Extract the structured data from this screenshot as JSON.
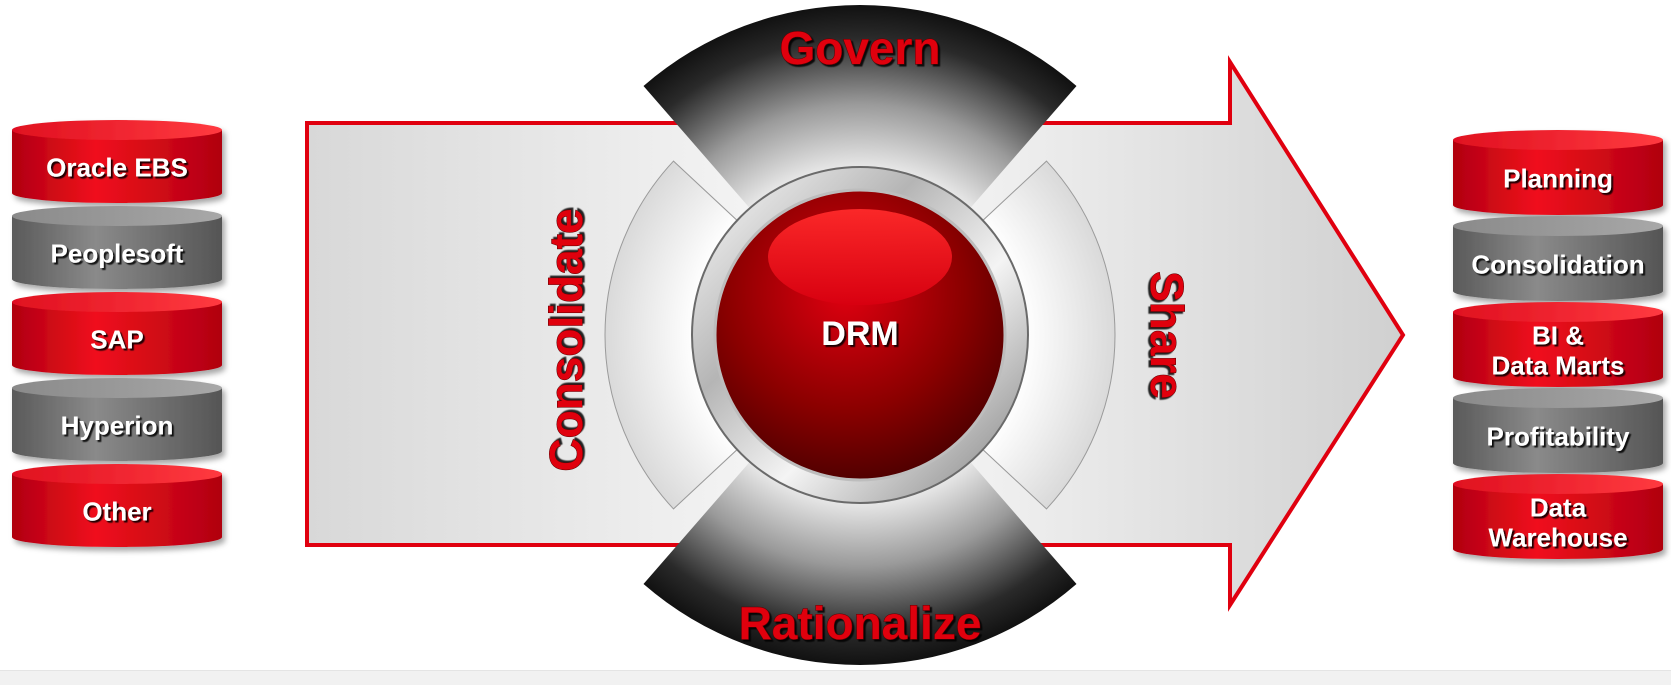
{
  "center": {
    "label": "DRM"
  },
  "segments": {
    "top": "Govern",
    "bottom": "Rationalize",
    "left": "Consolidate",
    "right": "Share"
  },
  "sources": [
    {
      "label": "Oracle EBS",
      "color": "red"
    },
    {
      "label": "Peoplesoft",
      "color": "gray"
    },
    {
      "label": "SAP",
      "color": "red"
    },
    {
      "label": "Hyperion",
      "color": "gray"
    },
    {
      "label": "Other",
      "color": "red"
    }
  ],
  "targets": [
    {
      "label": "Planning",
      "color": "red"
    },
    {
      "label": "Consolidation",
      "color": "gray"
    },
    {
      "label": "BI &\nData Marts",
      "color": "red"
    },
    {
      "label": "Profitability",
      "color": "gray"
    },
    {
      "label": "Data\nWarehouse",
      "color": "red"
    }
  ],
  "colors": {
    "accent_red": "#e0000f",
    "dark_red": "#7a0000",
    "gray": "#7a7a7a",
    "dark_gray": "#3c3c3c"
  }
}
